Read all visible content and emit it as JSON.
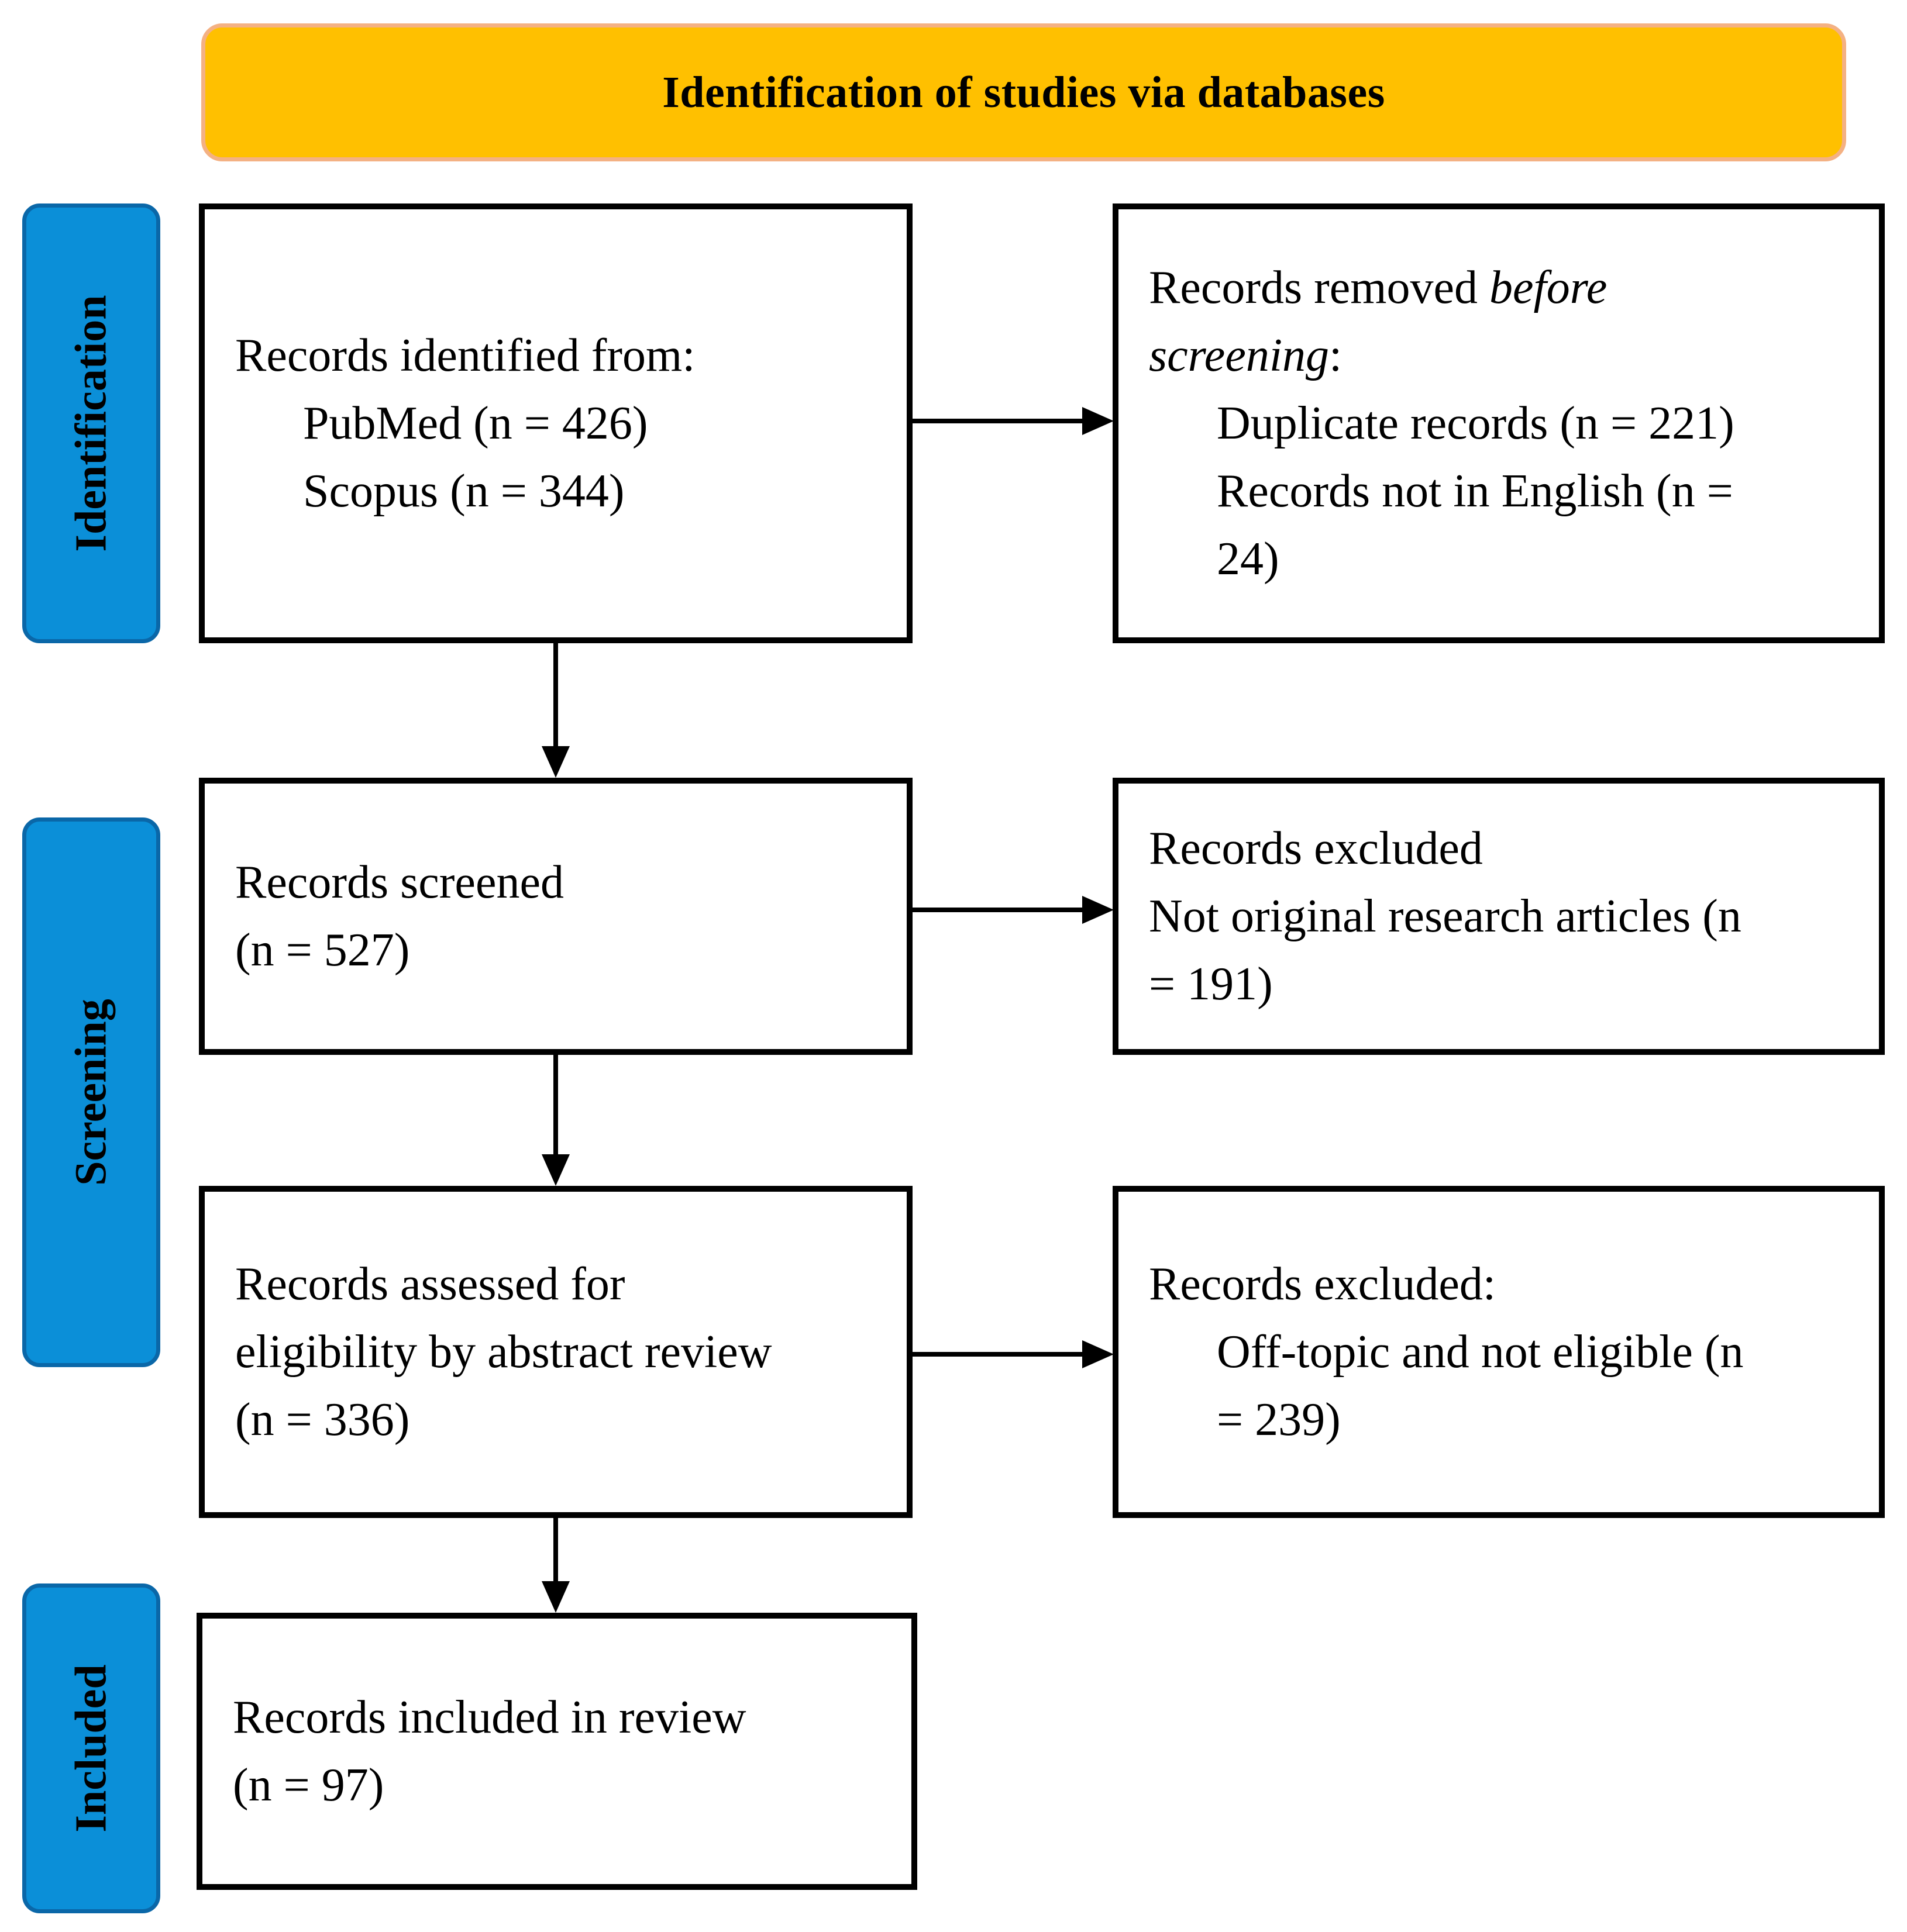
{
  "header": {
    "title": "Identification of studies via databases"
  },
  "phases": {
    "identification": "Identification",
    "screening": "Screening",
    "included": "Included"
  },
  "boxes": {
    "identified": {
      "heading": "Records identified from:",
      "sources": [
        {
          "label": "PubMed (n = 426)"
        },
        {
          "label": "Scopus (n = 344)"
        }
      ]
    },
    "removed": {
      "heading_prefix": "Records removed ",
      "heading_italic_1": "before",
      "heading_italic_2": "screening",
      "heading_suffix": ":",
      "items": [
        {
          "line1": "Duplicate records (n = 221)"
        },
        {
          "line1": "Records not in English (n =",
          "line2": "24)"
        }
      ]
    },
    "screened": {
      "line1": "Records screened",
      "line2": "(n = 527)"
    },
    "excluded_screening": {
      "line1": "Records excluded",
      "line2": "Not original research articles (n",
      "line3": "= 191)"
    },
    "assessed": {
      "line1": "Records assessed for",
      "line2": "eligibility by abstract review",
      "line3": "(n = 336)"
    },
    "excluded_eligibility": {
      "heading": "Records excluded:",
      "line1": "Off-topic and not eligible (n",
      "line2": "= 239)"
    },
    "included": {
      "line1": "Records included in review",
      "line2": "(n = 97)"
    }
  },
  "colors": {
    "header_fill": "#FFC000",
    "header_border": "#F4B183",
    "phase_fill": "#0B8FD8",
    "phase_border": "#0A67A8",
    "box_border": "#000000"
  }
}
